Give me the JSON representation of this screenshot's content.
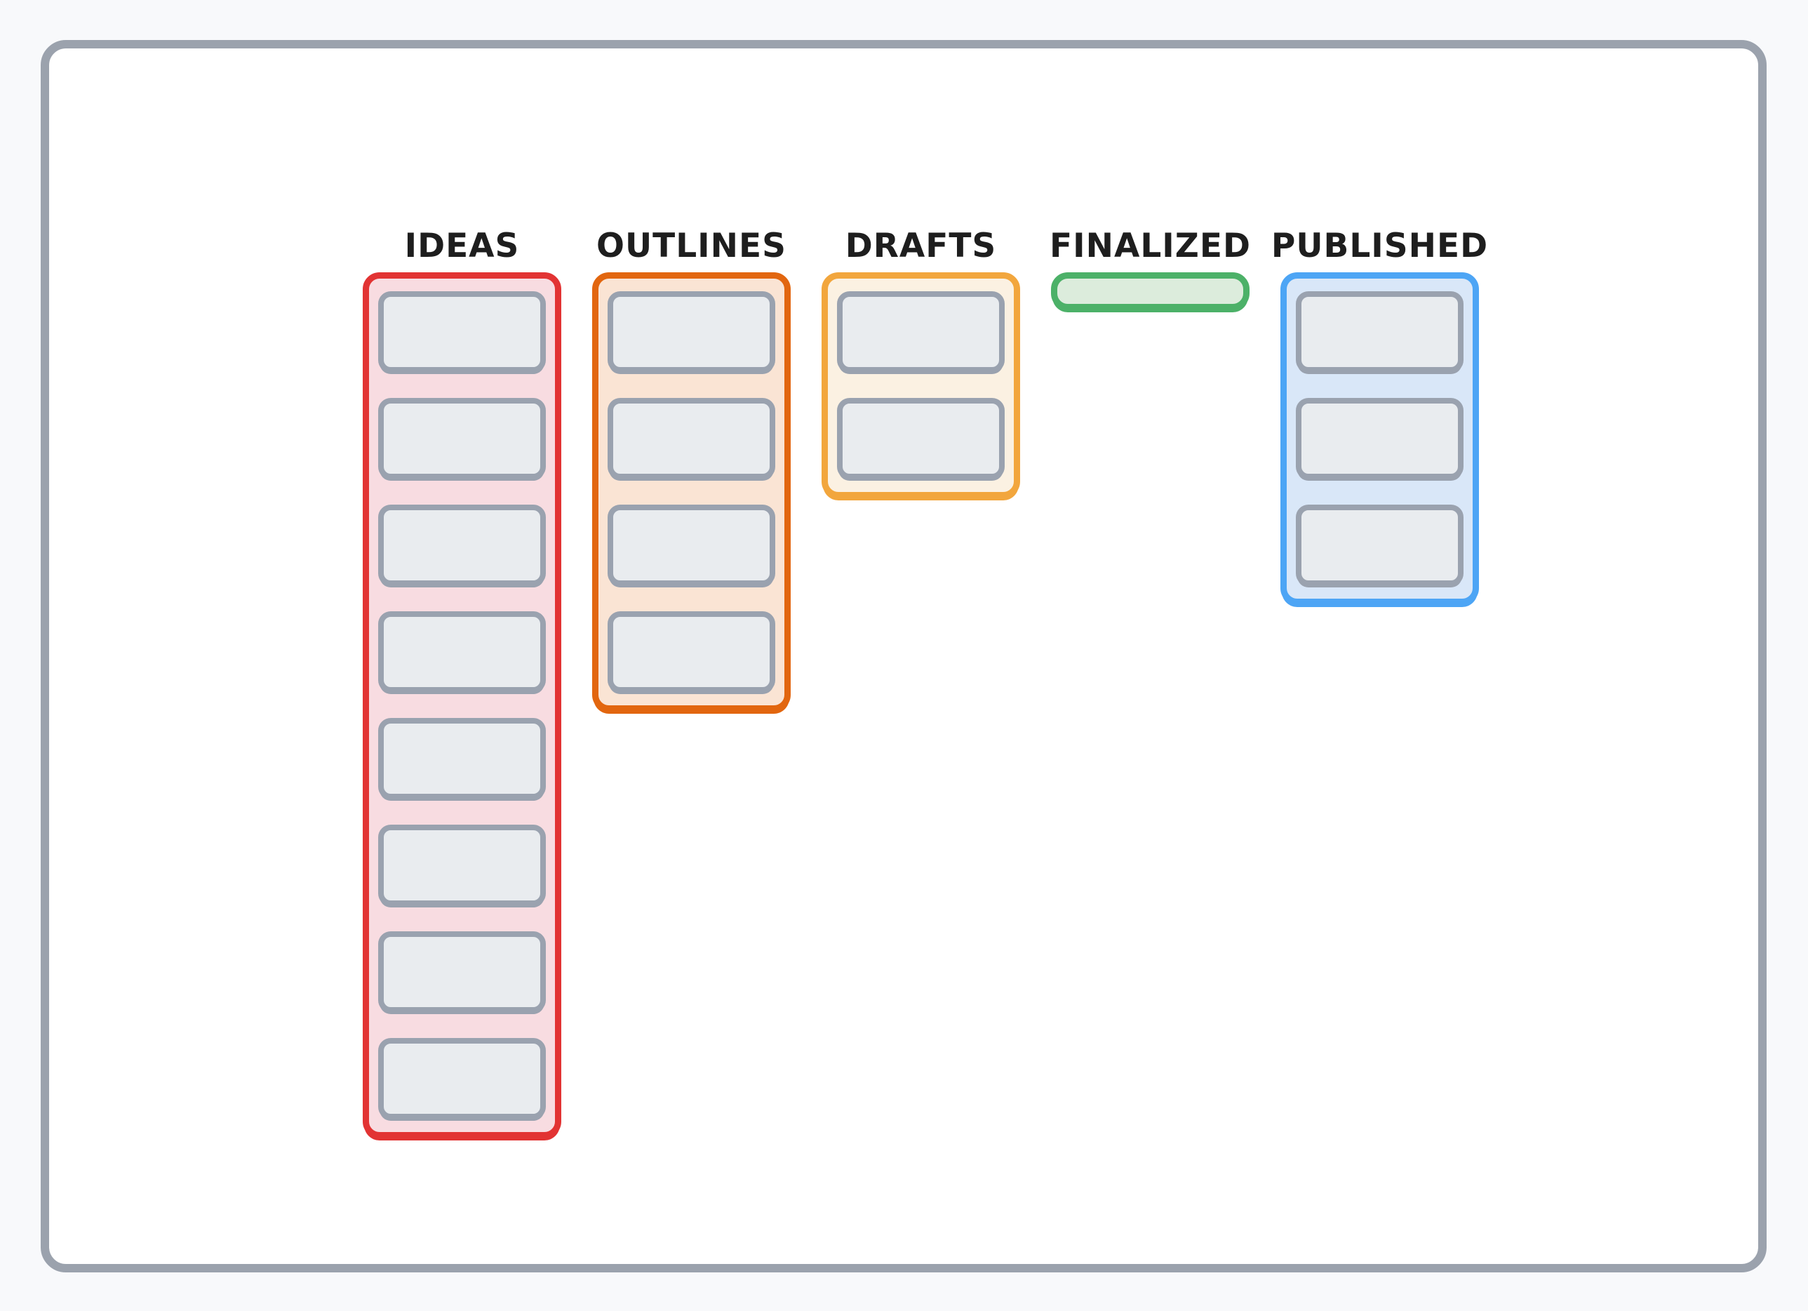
{
  "page": {
    "background": "#f8f9fb"
  },
  "frame": {
    "border_color": "#9ba2ad",
    "background": "#ffffff"
  },
  "card_style": {
    "border_color": "#9aa2af",
    "background": "#e9ecef"
  },
  "text_color": "#1e1e1e",
  "columns": [
    {
      "label": "IDEAS",
      "border_color": "#e23333",
      "background": "#f8dce1",
      "card_count": 8
    },
    {
      "label": "OUTLINES",
      "border_color": "#e2660f",
      "background": "#fae4d4",
      "card_count": 4
    },
    {
      "label": "DRAFTS",
      "border_color": "#f2a63d",
      "background": "#fbf1e2",
      "card_count": 2
    },
    {
      "label": "FINALIZED",
      "border_color": "#4cb168",
      "background": "#dcecdc",
      "card_count": 0
    },
    {
      "label": "PUBLISHED",
      "border_color": "#4da5f5",
      "background": "#d9e7f8",
      "card_count": 3
    }
  ]
}
